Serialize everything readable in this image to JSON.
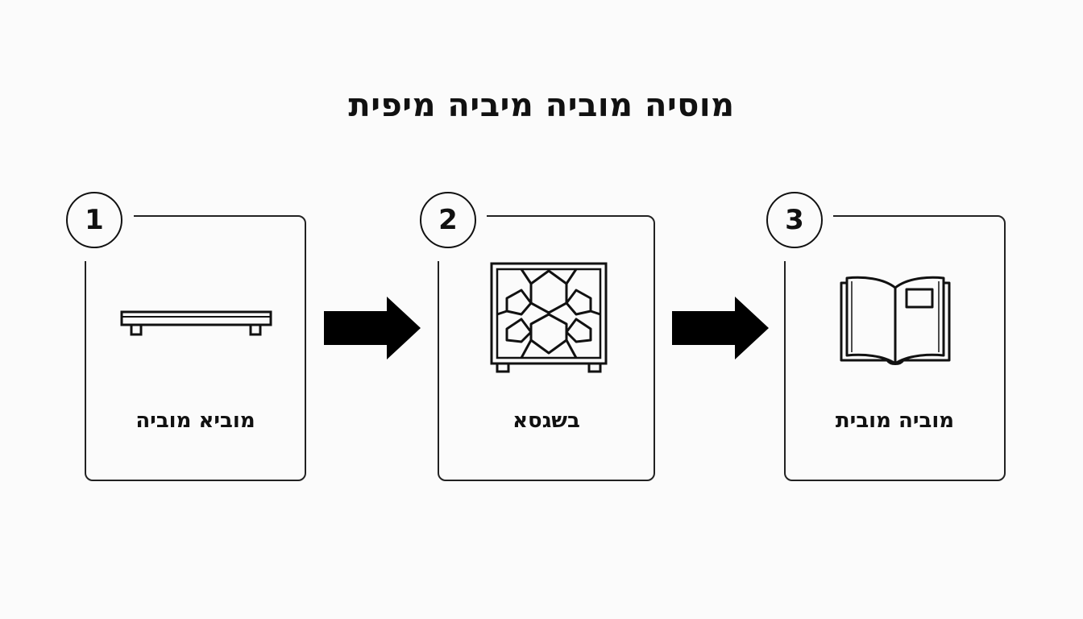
{
  "title": "מוסיה מוביה מיביה מיפית",
  "steps": [
    {
      "number": "1",
      "label": "מוביא מוביה",
      "icon": "tray-icon"
    },
    {
      "number": "2",
      "label": "בשגסא",
      "icon": "lattice-cabinet-icon"
    },
    {
      "number": "3",
      "label": "מוביה מובית",
      "icon": "open-book-icon"
    }
  ],
  "connectors": [
    "arrow-right-icon",
    "arrow-right-icon"
  ]
}
